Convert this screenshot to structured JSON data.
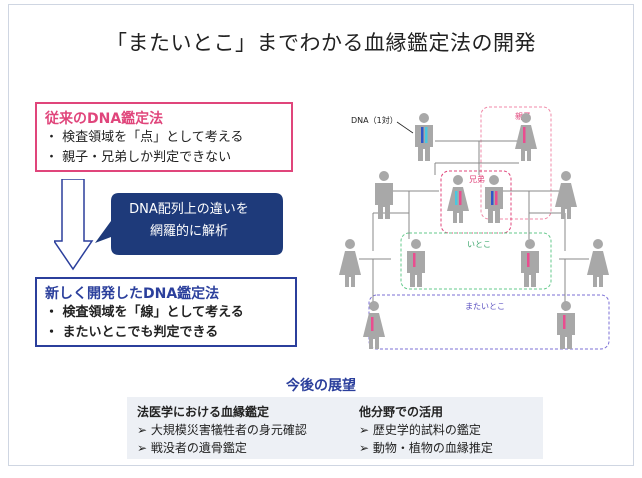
{
  "title": "「またいとこ」までわかる血縁鑑定法の開発",
  "old_method": {
    "heading": "従来のDNA鑑定法",
    "items": [
      "・ 検査領域を「点」として考える",
      "・ 親子・兄弟しか判定できない"
    ]
  },
  "callout": {
    "line1": "DNA配列上の違いを",
    "line2": "網羅的に解析"
  },
  "new_method": {
    "heading": "新しく開発したDNA鑑定法",
    "items": [
      "・ 検査領域を「線」として考える",
      "・ またいとこでも判定できる"
    ]
  },
  "diagram": {
    "dna_label": "DNA（1対）",
    "groups": {
      "parent_child": "親子",
      "siblings": "兄弟",
      "cousins": "いとこ",
      "second_cousins": "またいとこ"
    },
    "colors": {
      "parent_child": "#f08aa8",
      "siblings": "#e0457b",
      "cousins": "#63c98b",
      "second_cousins": "#7b6fd6",
      "person": "#a8a8a8",
      "dna_blue": "#2f56c8",
      "dna_pink": "#ea4d8f",
      "dna_cyan": "#49c7e0"
    }
  },
  "future": {
    "heading": "今後の展望",
    "left": {
      "heading": "法医学における血縁鑑定",
      "items": [
        "➢ 大規模災害犠牲者の身元確認",
        "➢ 戦没者の遺骨鑑定"
      ]
    },
    "right": {
      "heading": "他分野での活用",
      "items": [
        "➢ 歴史学的試料の鑑定",
        "➢ 動物・植物の血縁推定"
      ]
    }
  }
}
